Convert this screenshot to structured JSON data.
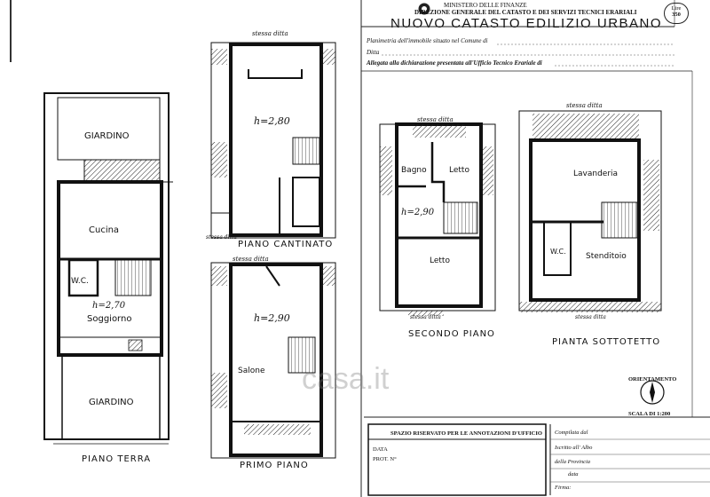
{
  "header": {
    "ministry": "MINISTERO DELLE FINANZE",
    "direction": "DIREZIONE GENERALE DEL CATASTO E DEI SERVIZI TECNICI ERARIALI",
    "title": "NUOVO CATASTO EDILIZIO URBANO",
    "stamp_top": "Lire",
    "stamp_value": "350",
    "line1": "Planimetria dell'immobile situato nel Comune di",
    "line2": "Ditta",
    "line3": "Allegata alla dichiarazione presentata all'Ufficio Tecnico Erariale di"
  },
  "plans": {
    "piano_terra": {
      "title": "PIANO TERRA",
      "rooms": [
        "GIARDINO",
        "Cucina",
        "W.C.",
        "Soggiorno",
        "GIARDINO"
      ],
      "height": "h=2,70"
    },
    "piano_cantinato": {
      "title": "PIANO CANTINATO",
      "height": "h=2,80",
      "note_top": "stessa ditta",
      "note_side": "stessa ditta"
    },
    "primo_piano": {
      "title": "PRIMO PIANO",
      "rooms": [
        "Salone"
      ],
      "height": "h=2,90",
      "note_top": "stessa ditta"
    },
    "secondo_piano": {
      "title": "SECONDO PIANO",
      "rooms": [
        "Bagno",
        "Letto",
        "Letto"
      ],
      "height": "h=2,90",
      "note_top": "stessa ditta",
      "note_bottom": "stessa ditta"
    },
    "sottotetto": {
      "title": "PIANTA SOTTOTETTO",
      "rooms": [
        "Lavanderia",
        "W.C.",
        "Stenditoio"
      ],
      "note_top": "stessa ditta",
      "note_bottom": "stessa ditta"
    }
  },
  "orientation": {
    "label": "ORIENTAMENTO",
    "scale": "SCALA DI 1:200"
  },
  "office_box": {
    "title": "SPAZIO RISERVATO PER LE ANNOTAZIONI D'UFFICIO",
    "data_label": "DATA",
    "prot_label": "PROT. N°",
    "compiled_label": "Compilata dal",
    "iscritto_label": "Iscritto all' Albo",
    "provincia_label": "della Provincia",
    "data2_label": "data",
    "firma_label": "Firma:"
  },
  "watermark": "casa.it"
}
